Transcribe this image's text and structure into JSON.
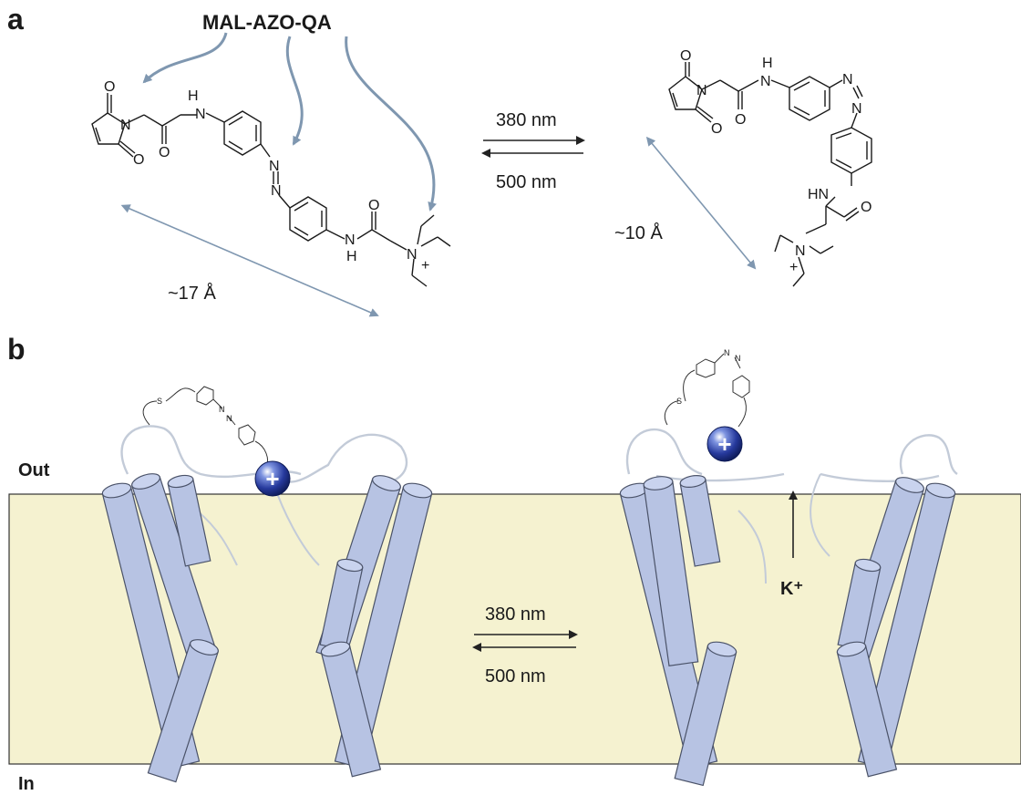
{
  "panel_a": {
    "label": "a",
    "molecule_name": "MAL-AZO-QA",
    "forward_wavelength": "380 nm",
    "reverse_wavelength": "500 nm",
    "trans_length": "~17 Å",
    "cis_length": "~10 Å",
    "atoms": {
      "oxygen": "O",
      "nitrogen": "N",
      "hydrogen": "H",
      "amide": "HN",
      "plus": "+"
    }
  },
  "panel_b": {
    "label": "b",
    "outside_label": "Out",
    "inside_label": "In",
    "forward_wavelength": "380 nm",
    "reverse_wavelength": "500 nm",
    "ion_label": "K⁺",
    "sulfur": "S",
    "nitrogen": "N",
    "plus": "+",
    "colors": {
      "membrane": "#f5f2d0",
      "helix_fill": "#b7c3e3",
      "helix_stroke": "#4a5268",
      "loop": "#c3cbd8",
      "curved_arrow": "#7f97b0",
      "charge_ball": "#1f3f9a"
    }
  }
}
